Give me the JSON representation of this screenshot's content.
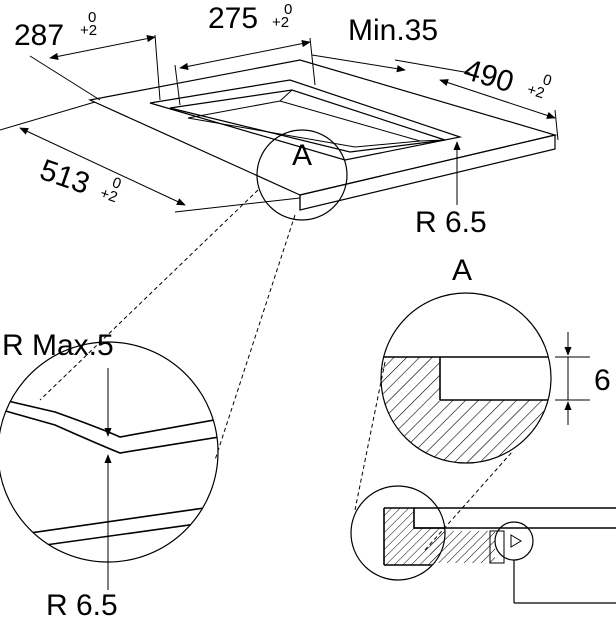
{
  "dimensions": {
    "width_287": "287",
    "tol_287_upper": "0",
    "tol_287_lower": "+2",
    "width_275": "275",
    "tol_275_upper": "0",
    "tol_275_lower": "+2",
    "min_35": "Min.35",
    "depth_490": "490",
    "tol_490_upper": "0",
    "tol_490_lower": "+2",
    "width_513": "513",
    "tol_513_upper": "0",
    "tol_513_lower": "+2",
    "radius_top": "R 6.5",
    "detail_marker": "A",
    "detail_title": "A",
    "radius_max": "R Max.5",
    "radius_bottom": "R 6.5",
    "thickness": "6"
  }
}
